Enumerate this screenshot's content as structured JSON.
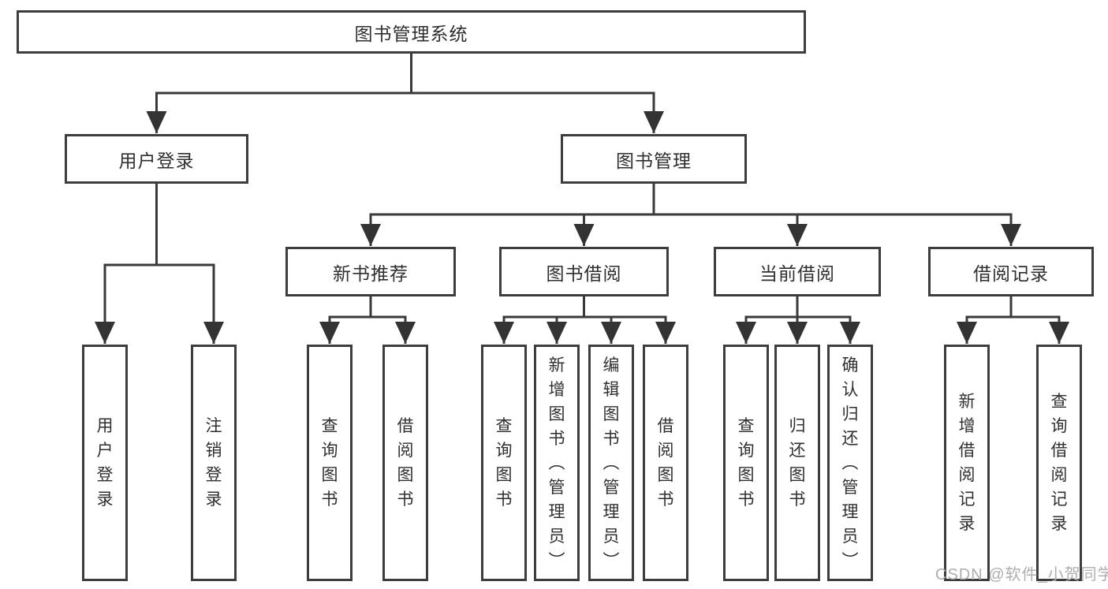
{
  "tree": {
    "root": "图书管理系统",
    "branches": [
      {
        "label": "用户登录",
        "children": [
          "用户登录",
          "注销登录"
        ]
      },
      {
        "label": "图书管理",
        "groups": [
          {
            "label": "新书推荐",
            "children": [
              "查询图书",
              "借阅图书"
            ]
          },
          {
            "label": "图书借阅",
            "children": [
              "查询图书",
              "新增图书（管理员）",
              "编辑图书（管理员）",
              "借阅图书"
            ]
          },
          {
            "label": "当前借阅",
            "children": [
              "查询图书",
              "归还图书",
              "确认归还（管理员）"
            ]
          },
          {
            "label": "借阅记录",
            "children": [
              "新增借阅记录",
              "查询借阅记录"
            ]
          }
        ]
      }
    ]
  },
  "watermark": "CSDN @软件_小贺同学",
  "colors": {
    "line": "#3a3a3a",
    "border": "#3d3d3d",
    "text": "#2f2f2f",
    "watermark": "#aeaeae"
  }
}
